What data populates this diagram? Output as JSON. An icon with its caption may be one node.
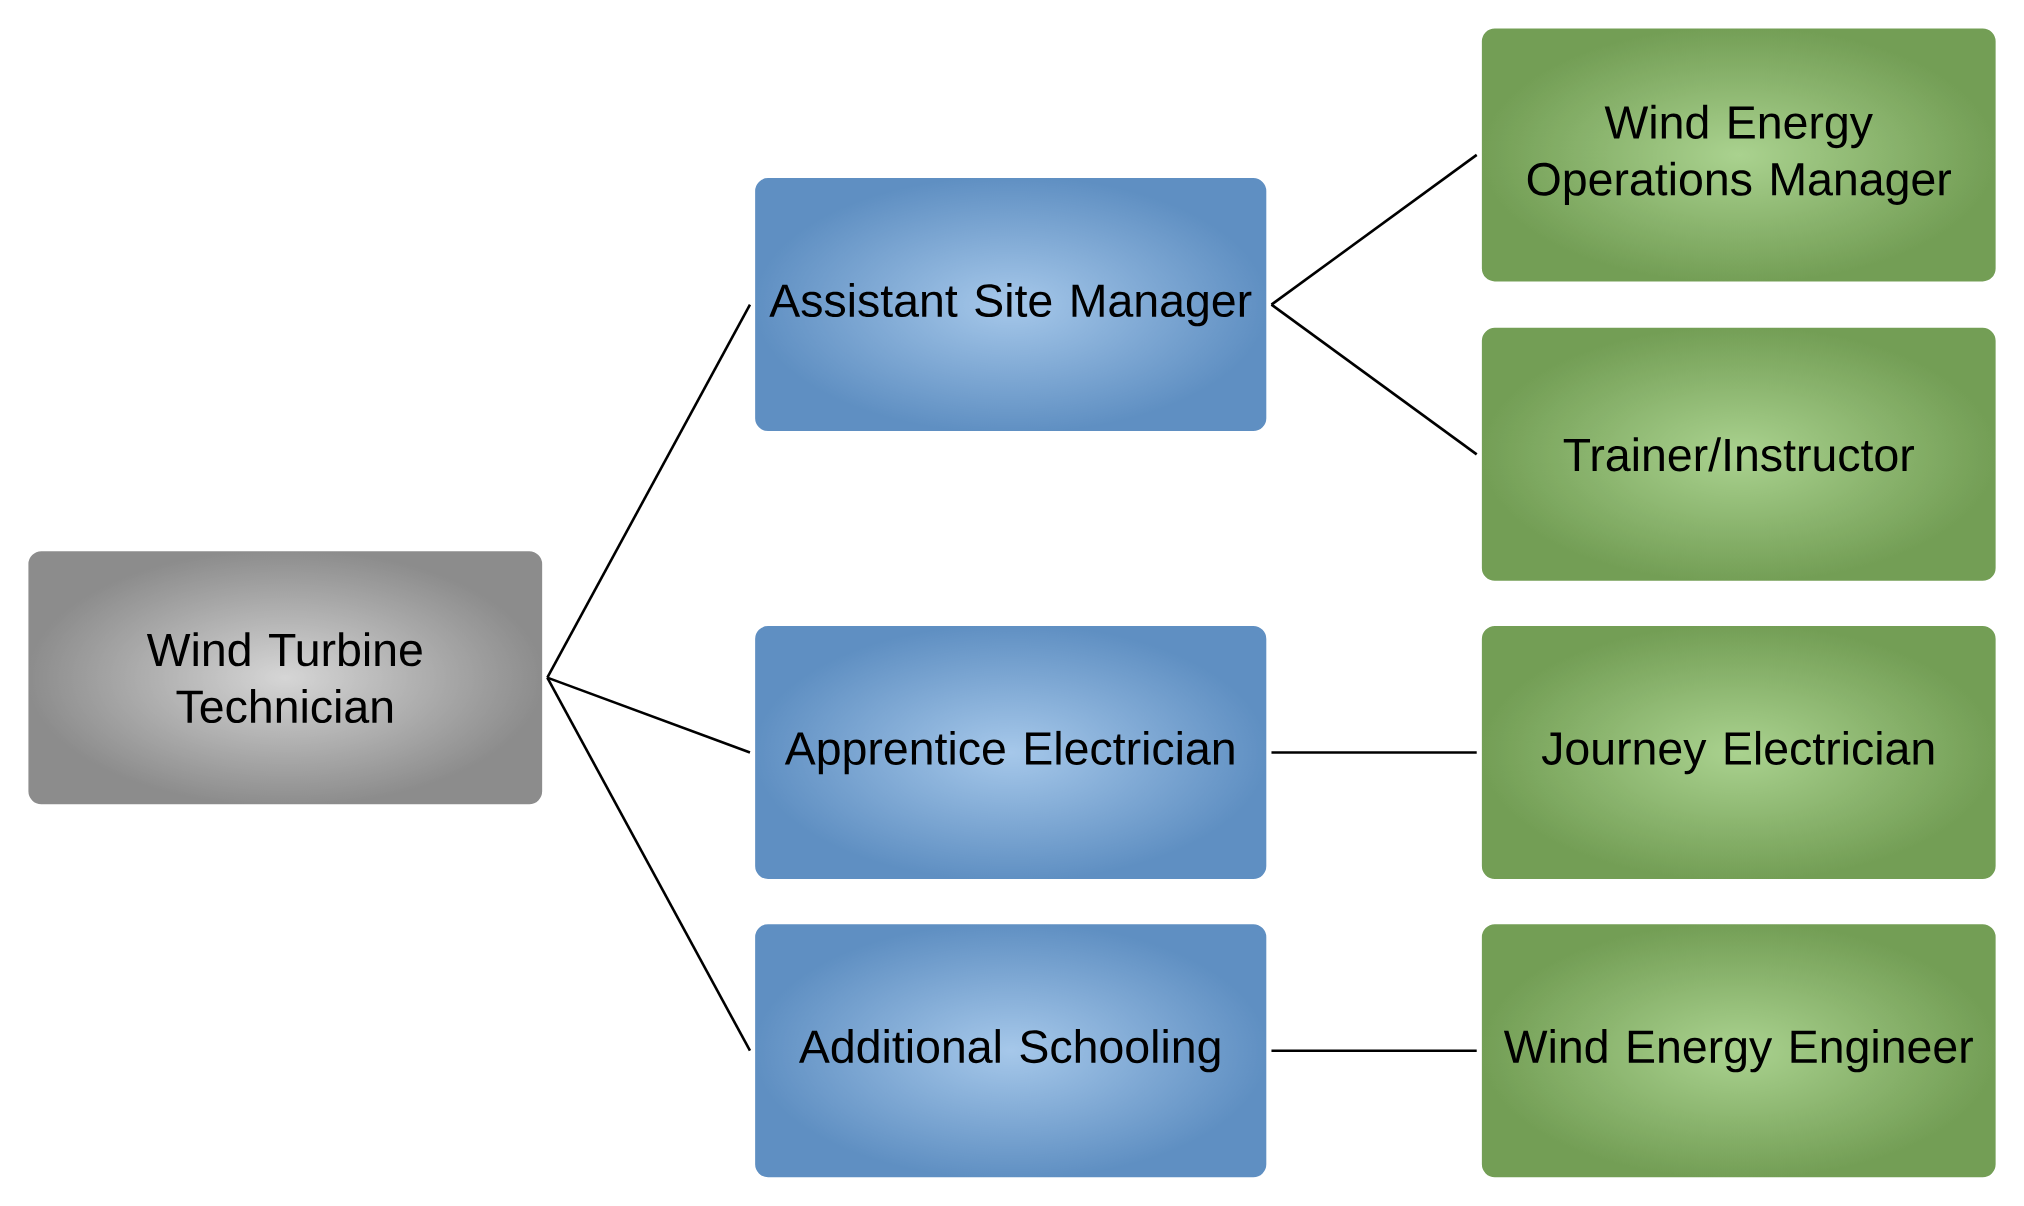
{
  "diagram": {
    "nodes": [
      {
        "text": [
          "Wind Turbine Technician"
        ]
      },
      {
        "text": [
          "Assistant Site Manager"
        ]
      },
      {
        "text": [
          "Wind Energy Operations Manager"
        ]
      },
      {
        "text": [
          "Trainer/Instructor"
        ]
      },
      {
        "text": [
          "Apprentice Electrician"
        ]
      },
      {
        "text": [
          "Journey Electrician"
        ]
      },
      {
        "text": [
          "Additional Schooling"
        ]
      },
      {
        "text": [
          "Wind Energy Engineer"
        ]
      }
    ],
    "edges": [
      {
        "from": 0,
        "to": 1,
        "arrow": "none"
      },
      {
        "from": 0,
        "to": 4,
        "arrow": "none"
      },
      {
        "from": 0,
        "to": 6,
        "arrow": "none"
      },
      {
        "from": 1,
        "to": 2,
        "arrow": "none"
      },
      {
        "from": 1,
        "to": 3,
        "arrow": "none"
      },
      {
        "from": 4,
        "to": 5,
        "arrow": "none"
      },
      {
        "from": 6,
        "to": 7,
        "arrow": "none"
      }
    ]
  }
}
